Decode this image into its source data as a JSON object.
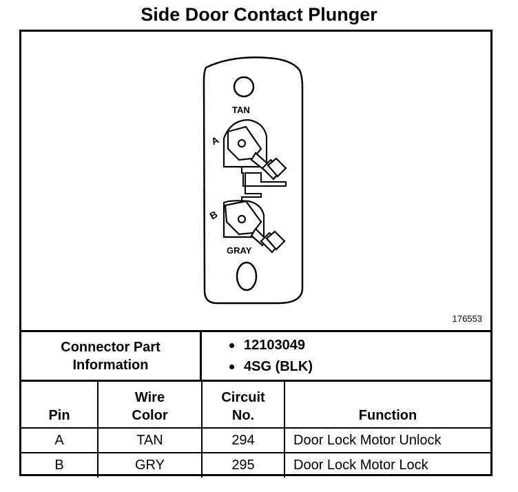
{
  "title": "Side Door Contact Plunger",
  "diagram": {
    "figure_id": "176553",
    "wire_labels": {
      "top": "TAN",
      "bottom": "GRAY"
    },
    "cavity_labels": [
      "A",
      "B"
    ]
  },
  "connector": {
    "label_line1": "Connector Part",
    "label_line2": "Information",
    "items": [
      "12103049",
      "4SG (BLK)"
    ]
  },
  "table": {
    "headers": {
      "pin": "Pin",
      "wire_line1": "Wire",
      "wire_line2": "Color",
      "circuit_line1": "Circuit",
      "circuit_line2": "No.",
      "function": "Function"
    },
    "rows": [
      {
        "pin": "A",
        "wire": "TAN",
        "circuit": "294",
        "function": "Door Lock Motor Unlock"
      },
      {
        "pin": "B",
        "wire": "GRY",
        "circuit": "295",
        "function": "Door Lock Motor Lock"
      }
    ]
  }
}
